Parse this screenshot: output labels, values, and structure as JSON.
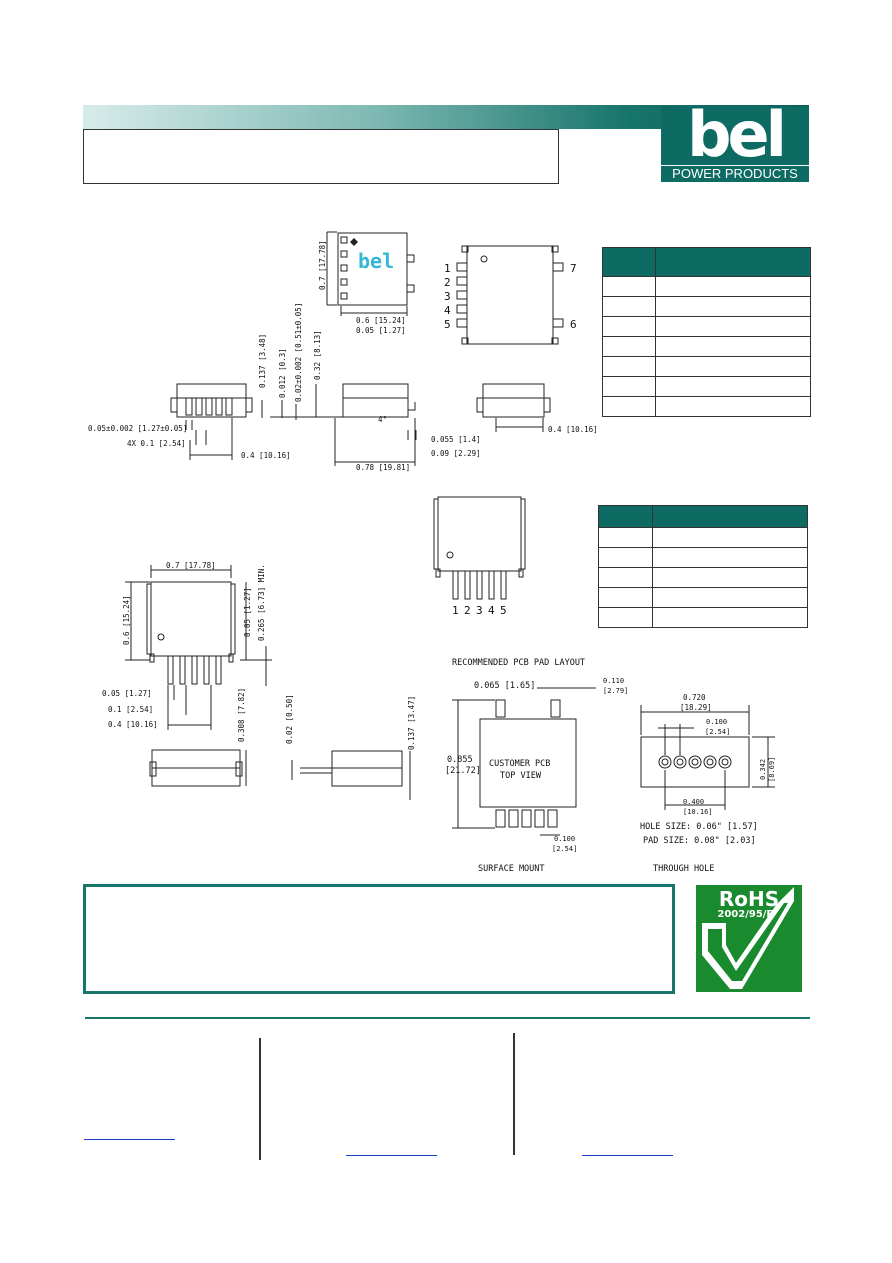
{
  "logo": {
    "word": "bel",
    "subtitle": "POWER PRODUCTS"
  },
  "rohs": {
    "title": "RoHS",
    "directive": "2002/95/EC"
  },
  "drawing": {
    "pins_top": [
      "1",
      "2",
      "3",
      "4",
      "5"
    ],
    "pin_right_top": "7",
    "pin_right_bottom": "6",
    "pins_bottom": [
      "1",
      "2",
      "3",
      "4",
      "5"
    ],
    "package_logo": "bel",
    "dims": {
      "d_07_1778_v": "0.7 [17.78]",
      "d_06_1524": "0.6 [15.24]",
      "d_005_127": "0.05 [1.27]",
      "d_0137_348": "0.137 [3.48]",
      "d_0012_03": "0.012 [0.3]",
      "d_002_051": "0.02±0.002 [0.51±0.05]",
      "d_032_813": "0.32 [8.13]",
      "d_005_127_tol": "0.05±0.002 [1.27±0.05]",
      "d_4x01_254": "4X 0.1 [2.54]",
      "d_04_1016": "0.4 [10.16]",
      "d_0055_14": "0.055 [1.4]",
      "d_009_229": "0.09 [2.29]",
      "d_078_1981": "0.78 [19.81]",
      "d_04_1016_r": "0.4 [10.16]",
      "d_angle": "4°",
      "b_07_1778": "0.7 [17.78]",
      "b_06_1524": "0.6 [15.24]",
      "b_005_127_v": "0.05 [1.27]",
      "b_0265_673": "0.265 [6.73] MIN.",
      "b_005_127": "0.05 [1.27]",
      "b_01_254": "0.1 [2.54]",
      "b_04_1016": "0.4 [10.16]",
      "b_0308_782": "0.308 [7.82]",
      "b_002_050": "0.02 [0.50]",
      "b_0137_347": "0.137 [3.47]"
    },
    "pcb": {
      "title": "RECOMMENDED PCB PAD LAYOUT",
      "d_0065_165": "0.065 [1.65]",
      "d_0110": "0.110",
      "d_279": "[2.79]",
      "d_0855": "0.855",
      "d_2172": "[21.72]",
      "customer_1": "CUSTOMER PCB",
      "customer_2": "TOP VIEW",
      "d_0100": "0.100",
      "d_254": "[2.54]",
      "surface_mount": "SURFACE MOUNT",
      "th_0720": "0.720",
      "th_1829": "[18.29]",
      "th_0100": "0.100",
      "th_254": "[2.54]",
      "th_0342": "0.342",
      "th_869": "[8.69]",
      "th_0400": "0.400",
      "th_1016": "[10.16]",
      "hole_size": "HOLE SIZE: 0.06\" [1.57]",
      "pad_size": "PAD SIZE: 0.08\" [2.03]",
      "through_hole": "THROUGH HOLE"
    }
  },
  "colors": {
    "brand": "#0e6b64",
    "rohs_green": "#1a8a2e",
    "link_blue": "#1a3cc8"
  }
}
